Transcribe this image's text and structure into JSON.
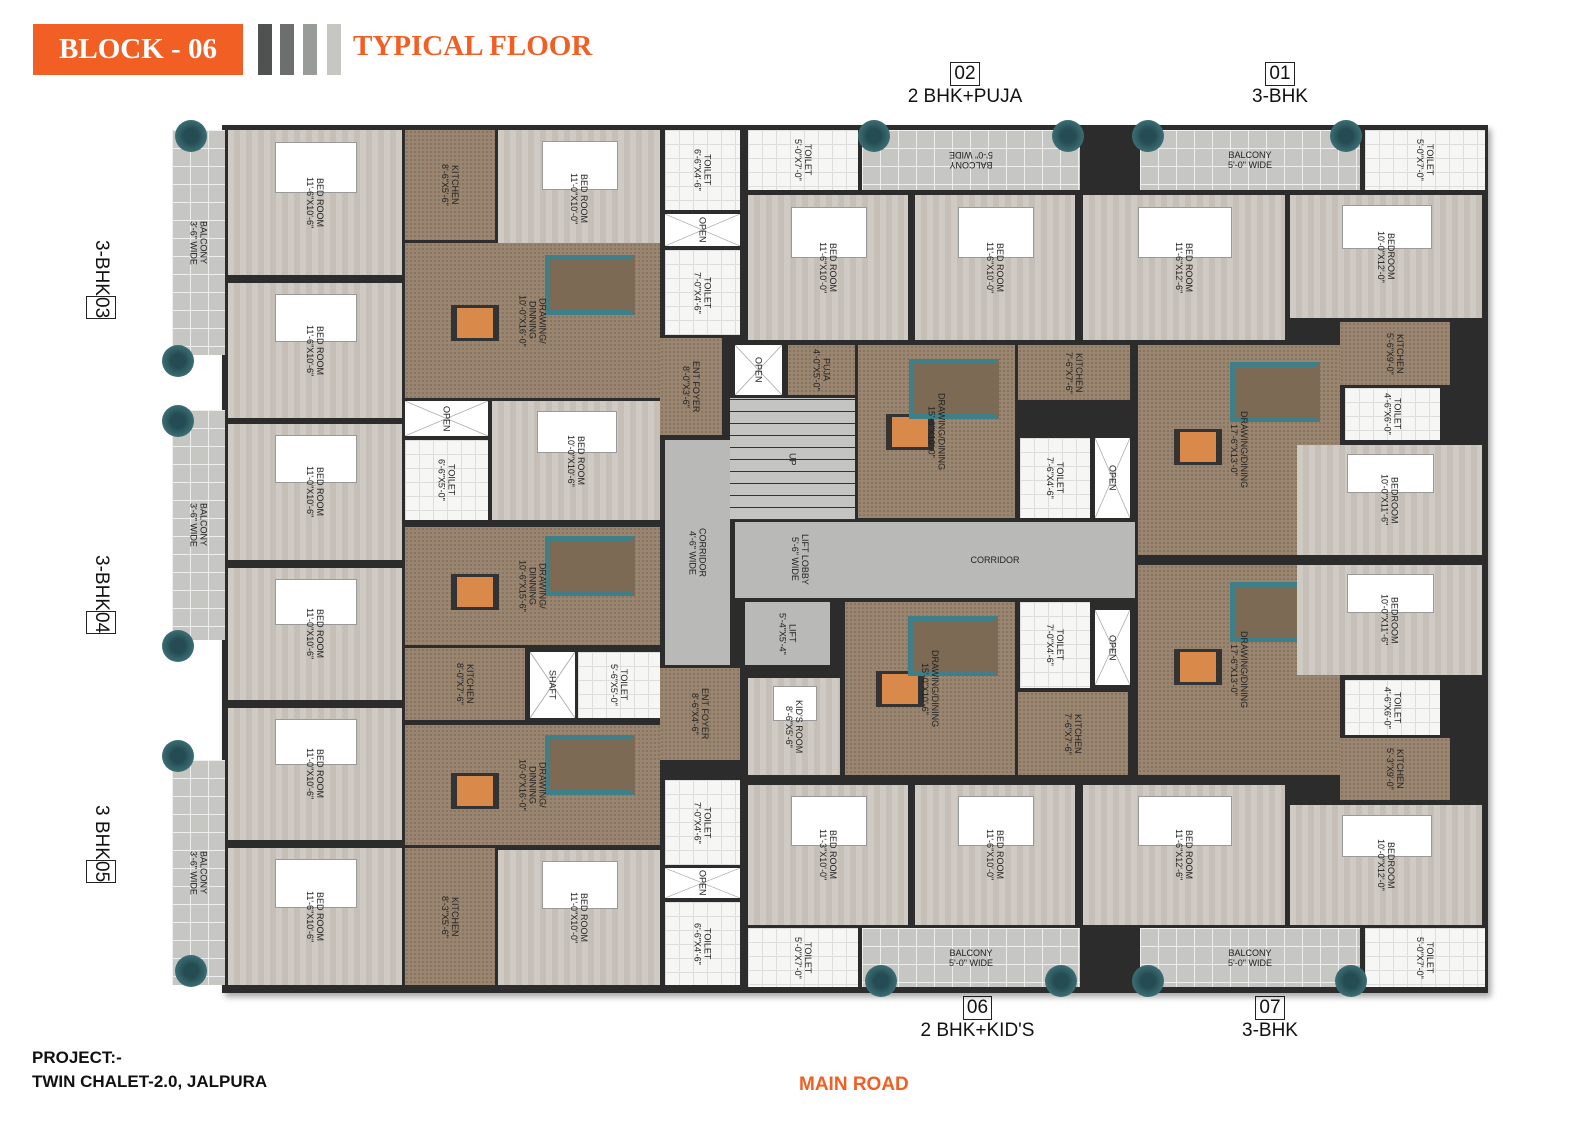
{
  "header": {
    "block": "BLOCK - 06",
    "title": "TYPICAL FLOOR"
  },
  "colors": {
    "accent": "#f15f25",
    "bars": [
      "#4f5250",
      "#6c6f6d",
      "#999b99",
      "#c6c7c3"
    ],
    "wall": "#2c2c2c"
  },
  "units": [
    {
      "number": "02",
      "type": "2 BHK+PUJA"
    },
    {
      "number": "01",
      "type": "3-BHK"
    },
    {
      "number": "03",
      "type": "3-BHK"
    },
    {
      "number": "04",
      "type": "3-BHK"
    },
    {
      "number": "05",
      "type": "3 BHK"
    },
    {
      "number": "06",
      "type": "2 BHK+KID'S"
    },
    {
      "number": "07",
      "type": "3-BHK"
    }
  ],
  "rooms": [
    {
      "label": "BED ROOM\n11'-6\"X10'-6\""
    },
    {
      "label": "BED ROOM\n11'-6\"X10'-6\""
    },
    {
      "label": "KITCHEN\n8'-6\"X5'-6\""
    },
    {
      "label": "BED ROOM\n11'-0\"X10'-0\""
    },
    {
      "label": "DRAWING/\nDINNING\n10'-0\"X16'-0\""
    },
    {
      "label": "TOILET\n6'-6\"X4'-6\""
    },
    {
      "label": "OPEN"
    },
    {
      "label": "TOILET\n7'-0\"X4'-6\""
    },
    {
      "label": "ENT FOYER\n8'-0\"X3'-6\""
    },
    {
      "label": "OPEN"
    },
    {
      "label": "TOILET\n6'-6\"X5'-0\""
    },
    {
      "label": "BED ROOM\n10'-0\"X10'-6\""
    },
    {
      "label": "BED ROOM\n11'-0\"X10'-6\""
    },
    {
      "label": "BED ROOM\n11'-0\"X10'-6\""
    },
    {
      "label": "DRAWING/\nDINNING\n10'-6\"X15'-6\""
    },
    {
      "label": "KITCHEN\n8'-0\"X7'-6\""
    },
    {
      "label": "SHAFT"
    },
    {
      "label": "TOILET\n5'-6\"X5'-0\""
    },
    {
      "label": "ENT FOYER\n8'-6\"X4'-6\""
    },
    {
      "label": "BED ROOM\n11'-0\"X10'-6\""
    },
    {
      "label": "BED ROOM\n11'-6\"X10'-6\""
    },
    {
      "label": "DRAWING/\nDINNING\n10'-0\"X16'-0\""
    },
    {
      "label": "KITCHEN\n8'-3\"X5'-6\""
    },
    {
      "label": "BED ROOM\n11'-0\"X10'-0\""
    },
    {
      "label": "TOILET\n7'-0\"X4'-6\""
    },
    {
      "label": "OPEN"
    },
    {
      "label": "TOILET\n6'-6\"X4'-6\""
    },
    {
      "label": "BALCONY\n3'-6\" WIDE"
    },
    {
      "label": "BALCONY\n3'-6\" WIDE"
    },
    {
      "label": "BALCONY\n3'-6\" WIDE"
    },
    {
      "label": "CORRIDOR\n4'-6\" WIDE"
    },
    {
      "label": "OPEN"
    },
    {
      "label": "UP"
    },
    {
      "label": "CORRIDOR"
    },
    {
      "label": "LIFT LOBBY\n5'-6\" WIDE"
    },
    {
      "label": "LIFT\n5'-4\"X5'-4\""
    },
    {
      "label": "KID'S ROOM\n8'-6\"X5'-6\""
    },
    {
      "label": "TOILET\n5'-0\"X7'-0\""
    },
    {
      "label": "BALCONY\n5'-0\" WIDE"
    },
    {
      "label": "BED ROOM\n11'-6\"X10'-0\""
    },
    {
      "label": "BED ROOM\n11'-6\"X10'-0\""
    },
    {
      "label": "PUJA\n4'-0\"X5'-0\""
    },
    {
      "label": "DRAWING/DINING\n15'-6\"X10'-0\""
    },
    {
      "label": "KITCHEN\n7'-6\"X7'-6\""
    },
    {
      "label": "TOILET\n7'-6\"X4'-6\""
    },
    {
      "label": "OPEN"
    },
    {
      "label": "BALCONY\n5'-0\" WIDE"
    },
    {
      "label": "TOILET\n5'-0\"X7'-0\""
    },
    {
      "label": "BED ROOM\n11'-6\"X12'-6\""
    },
    {
      "label": "BEDROOM\n10'-0\"X12'-0\""
    },
    {
      "label": "KITCHEN\n5'-6\"X9'-0\""
    },
    {
      "label": "TOILET\n4'-6\"X6'-0\""
    },
    {
      "label": "DRAWING/DINING\n17'-6\"X13'-0\""
    },
    {
      "label": "BEDROOM\n10'-0\"X11'-6\""
    },
    {
      "label": "DRAWING/DINING\n17'-6\"X13'-0\""
    },
    {
      "label": "BEDROOM\n10'-0\"X11'-6\""
    },
    {
      "label": "TOILET\n4'-6\"X6'-0\""
    },
    {
      "label": "KITCHEN\n5'-3\"X9'-0\""
    },
    {
      "label": "BED ROOM\n11'-6\"X12'-6\""
    },
    {
      "label": "BEDROOM\n10'-0\"X12'-0\""
    },
    {
      "label": "BALCONY\n5'-0\" WIDE"
    },
    {
      "label": "TOILET\n5'-0\"X7'-0\""
    },
    {
      "label": "DRAWING/DINING\n15'-0\"X10'-6\""
    },
    {
      "label": "TOILET\n7'-0\"X4'-6\""
    },
    {
      "label": "OPEN"
    },
    {
      "label": "KITCHEN\n7'-6\"X7'-6\""
    },
    {
      "label": "BED ROOM\n11'-3\"X10'-0\""
    },
    {
      "label": "BED ROOM\n11'-6\"X10'-0\""
    },
    {
      "label": "TOILET\n5'-0\"X7'-0\""
    },
    {
      "label": "BALCONY\n5'-0\" WIDE"
    }
  ],
  "footer": {
    "project_label": "PROJECT:-",
    "project_name": "TWIN CHALET-2.0, JALPURA",
    "road": "MAIN ROAD"
  }
}
